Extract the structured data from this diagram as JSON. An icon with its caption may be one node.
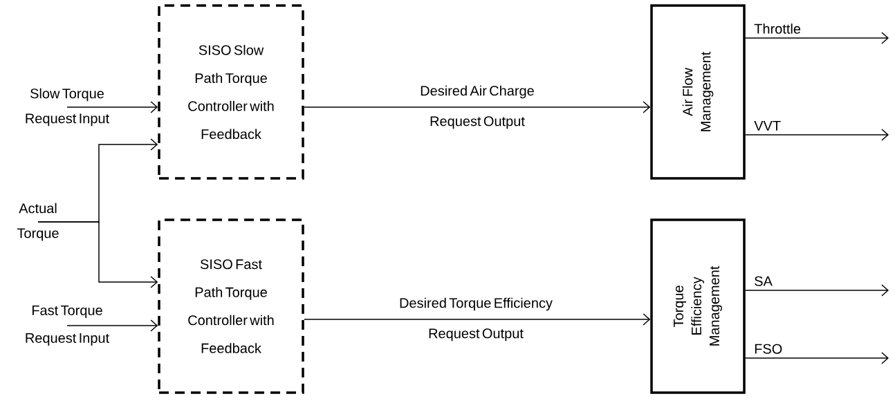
{
  "diagram": {
    "nodes": [
      {
        "text": [
          "Slow Torque Request Input"
        ]
      },
      {
        "text": [
          "SISO Slow Path Torque Controller with Feedback"
        ]
      },
      {
        "text": [
          "Actual Torque"
        ]
      },
      {
        "text": [
          "Fast Torque Request Input"
        ]
      },
      {
        "text": [
          "SISO Fast Path Torque Controller with Feedback"
        ]
      },
      {
        "text": [
          "Air Flow Management"
        ]
      },
      {
        "text": [
          "Torque Efficiency Management"
        ]
      }
    ],
    "edges": [
      {
        "from": 0,
        "to": 1,
        "arrow": "to"
      },
      {
        "from": 2,
        "to": 1,
        "arrow": "to"
      },
      {
        "from": 2,
        "to": 4,
        "arrow": "to"
      },
      {
        "from": 3,
        "to": 4,
        "arrow": "to"
      },
      {
        "from": 1,
        "to": 5,
        "arrow": "to",
        "label": "Desired Air Charge Request Output"
      },
      {
        "from": 4,
        "to": 6,
        "arrow": "to",
        "label": "Desired Torque Efficiency Request Output"
      },
      {
        "from": 5,
        "to": null,
        "arrow": "to",
        "label": "Throttle"
      },
      {
        "from": 5,
        "to": null,
        "arrow": "to",
        "label": "VVT"
      },
      {
        "from": 6,
        "to": null,
        "arrow": "to",
        "label": "SA"
      },
      {
        "from": 6,
        "to": null,
        "arrow": "to",
        "label": "FSO"
      }
    ]
  }
}
